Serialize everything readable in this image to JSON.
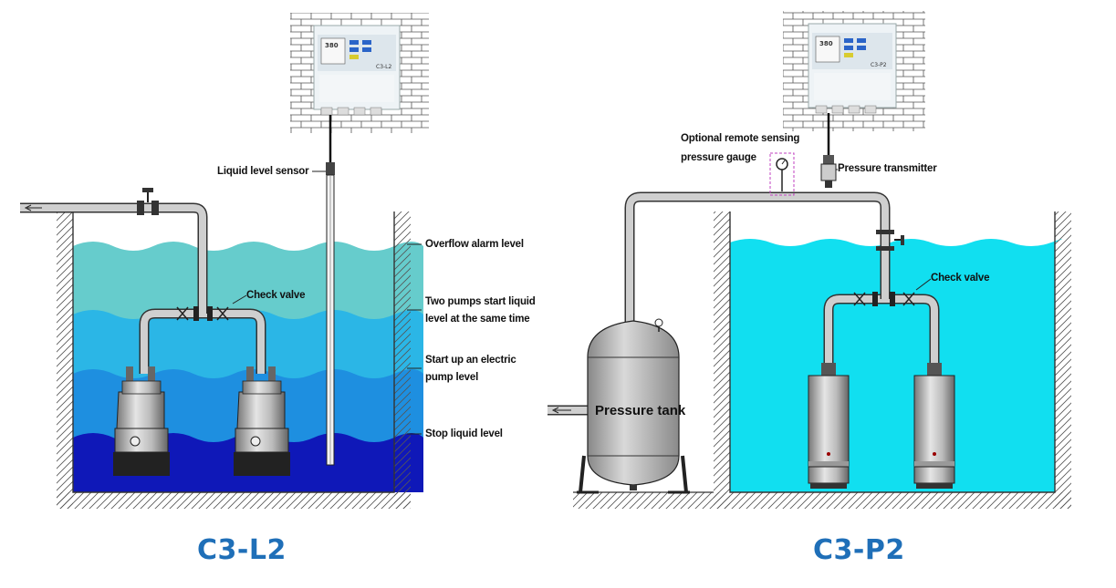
{
  "left_system": {
    "title": "C3-L2",
    "labels": {
      "liquid_level_sensor": "Liquid level sensor",
      "check_valve": "Check valve",
      "overflow_alarm_level": "Overflow alarm level",
      "two_pumps_line1": "Two pumps start liquid",
      "two_pumps_line2": "level at the same time",
      "start_one_line1": "Start up an electric",
      "start_one_line2": "pump level",
      "stop_level": "Stop liquid level"
    },
    "controller": {
      "display": "380",
      "model": "C3-L2"
    },
    "colors": {
      "overflow_band": "#66cccc",
      "band_two_pumps": "#2bb6e6",
      "band_one_pump": "#1e8fe0",
      "stop_band": "#0f18b8"
    }
  },
  "right_system": {
    "title": "C3-P2",
    "labels": {
      "remote_gauge_line1": "Optional remote sensing",
      "remote_gauge_line2": "pressure gauge",
      "pressure_transmitter": "Pressure transmitter",
      "check_valve": "Check valve",
      "pressure_tank": "Pressure tank"
    },
    "controller": {
      "display": "380",
      "model": "C3-P2"
    },
    "colors": {
      "water": "#11dff0"
    }
  },
  "colors": {
    "title": "#1f6fb8",
    "pipe": "#c8c8c8",
    "pipe_outline": "#333333"
  }
}
